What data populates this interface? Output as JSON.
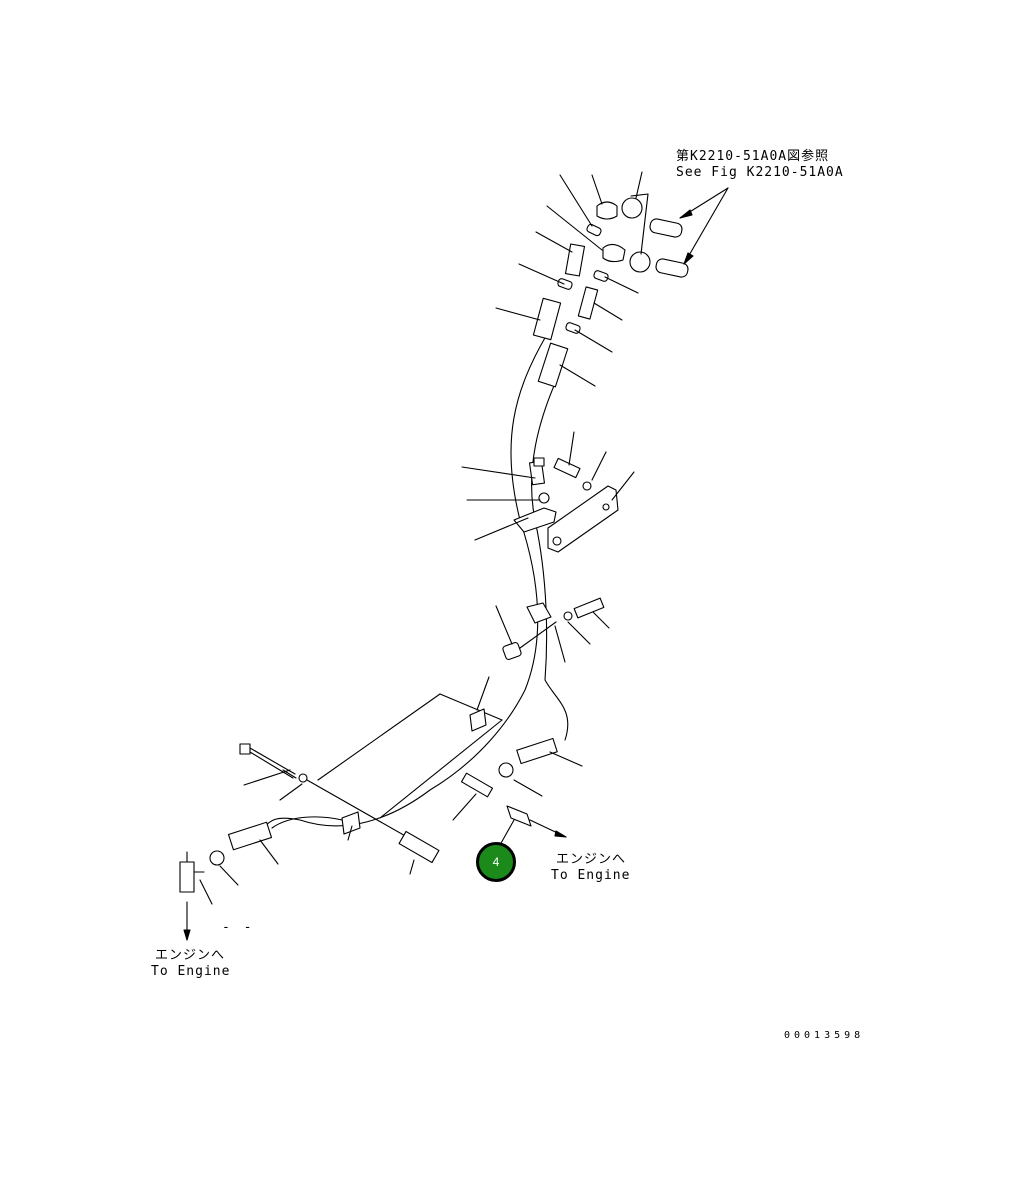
{
  "reference": {
    "jp": "第K2210-51A0A図参照",
    "en": "See Fig K2210-51A0A"
  },
  "to_engine_right": {
    "jp": "エンジンへ",
    "en": "To Engine"
  },
  "to_engine_left": {
    "jp": "エンジンへ",
    "en": "To Engine"
  },
  "minus_mark": "- -",
  "callout": {
    "number": "4",
    "color": "#1b8a1b"
  },
  "document_id": "00013598"
}
